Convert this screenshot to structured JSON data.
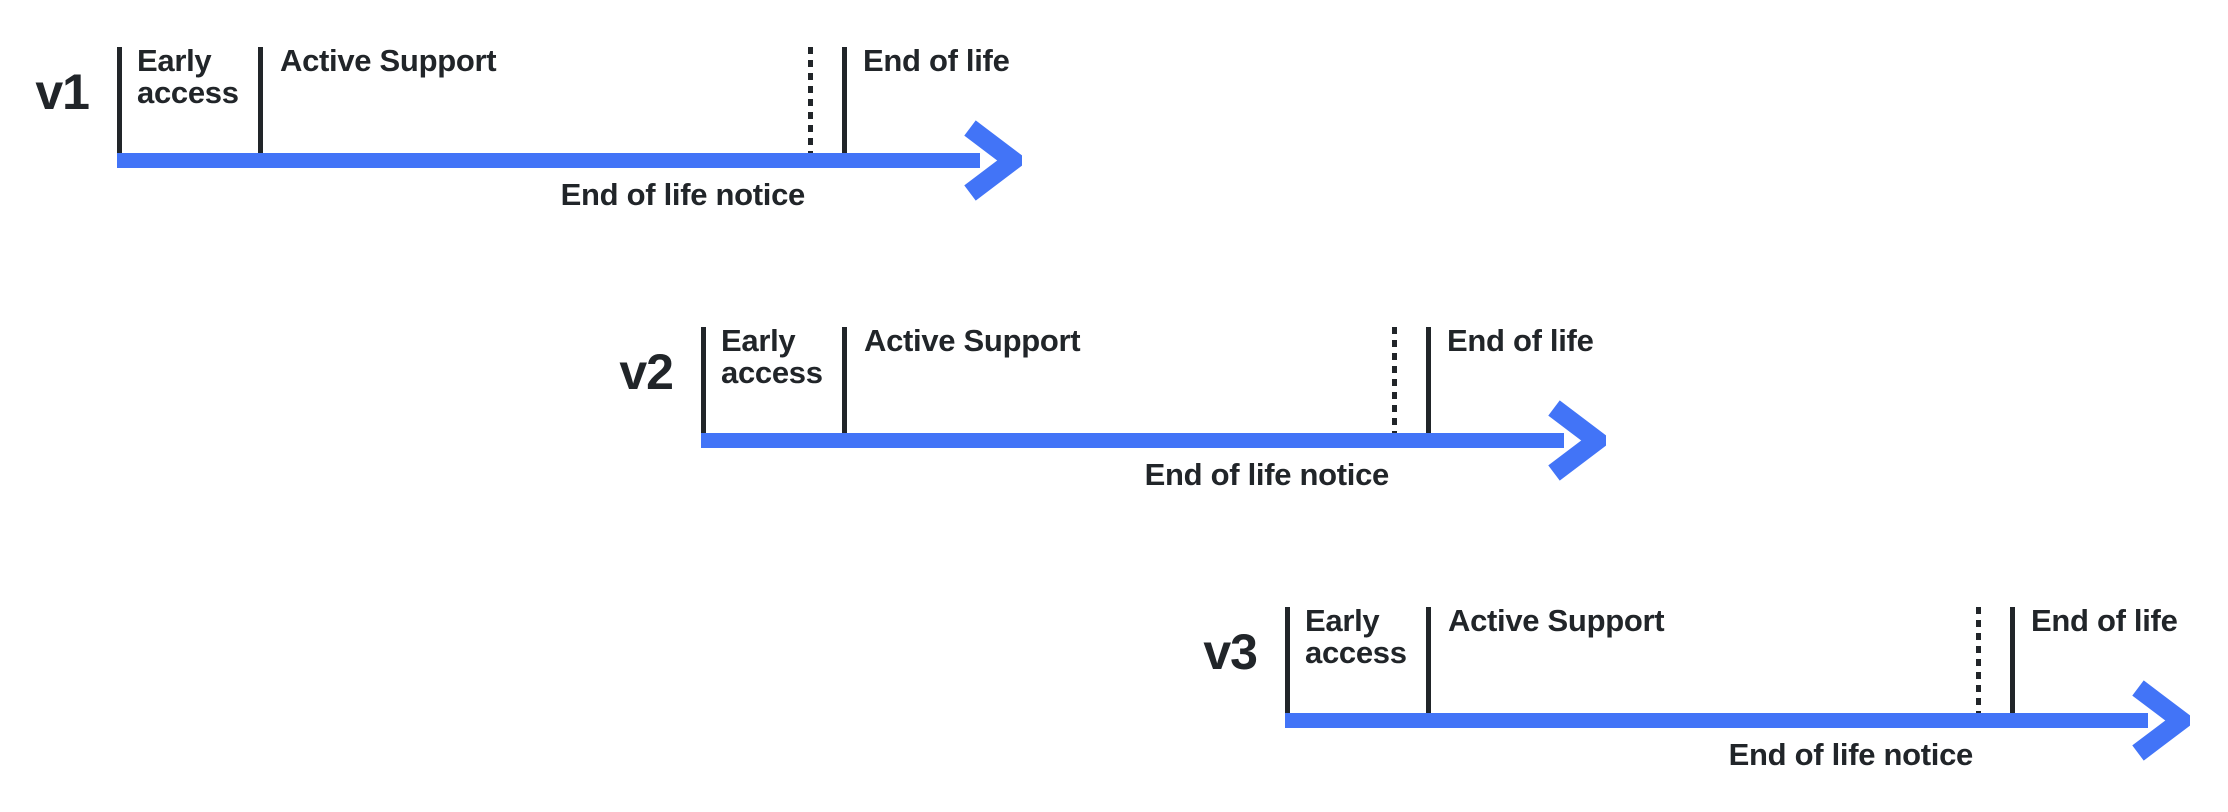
{
  "colors": {
    "arrow_blue": "#4274f7",
    "ink": "#212529"
  },
  "timelines": [
    {
      "version": "v1",
      "early_access": "Early access",
      "active_support": "Active Support",
      "end_of_life": "End of life",
      "eol_notice": "End of life notice"
    },
    {
      "version": "v2",
      "early_access": "Early access",
      "active_support": "Active Support",
      "end_of_life": "End of life",
      "eol_notice": "End of life notice"
    },
    {
      "version": "v3",
      "early_access": "Early access",
      "active_support": "Active Support",
      "end_of_life": "End of life",
      "eol_notice": "End of life notice"
    }
  ]
}
